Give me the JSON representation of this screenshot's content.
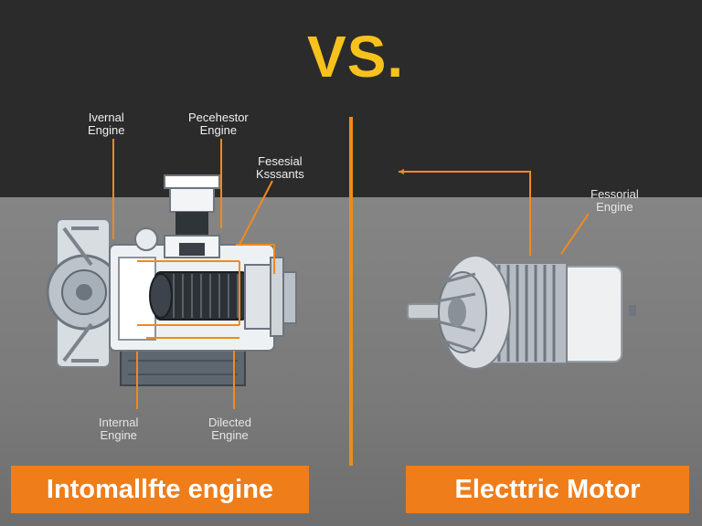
{
  "heading": {
    "vs": "VS."
  },
  "left": {
    "callouts": [
      {
        "line1": "Ivernal",
        "line2": "Engine"
      },
      {
        "line1": "Pecehestor",
        "line2": "Engine"
      },
      {
        "line1": "Fesesial",
        "line2": "Ksssants"
      },
      {
        "line1": "Internal",
        "line2": "Engine"
      },
      {
        "line1": "Dilected",
        "line2": "Engine"
      }
    ],
    "banner": "Intomallfte engine"
  },
  "right": {
    "callouts": [
      {
        "line1": "Fessorial",
        "line2": "Engine"
      }
    ],
    "banner": "Electtric Motor"
  },
  "colors": {
    "accent_orange": "#ef7d1a",
    "vs_yellow": "#f7c21c",
    "top_background": "#2b2b2b",
    "bottom_background": "#808080"
  }
}
